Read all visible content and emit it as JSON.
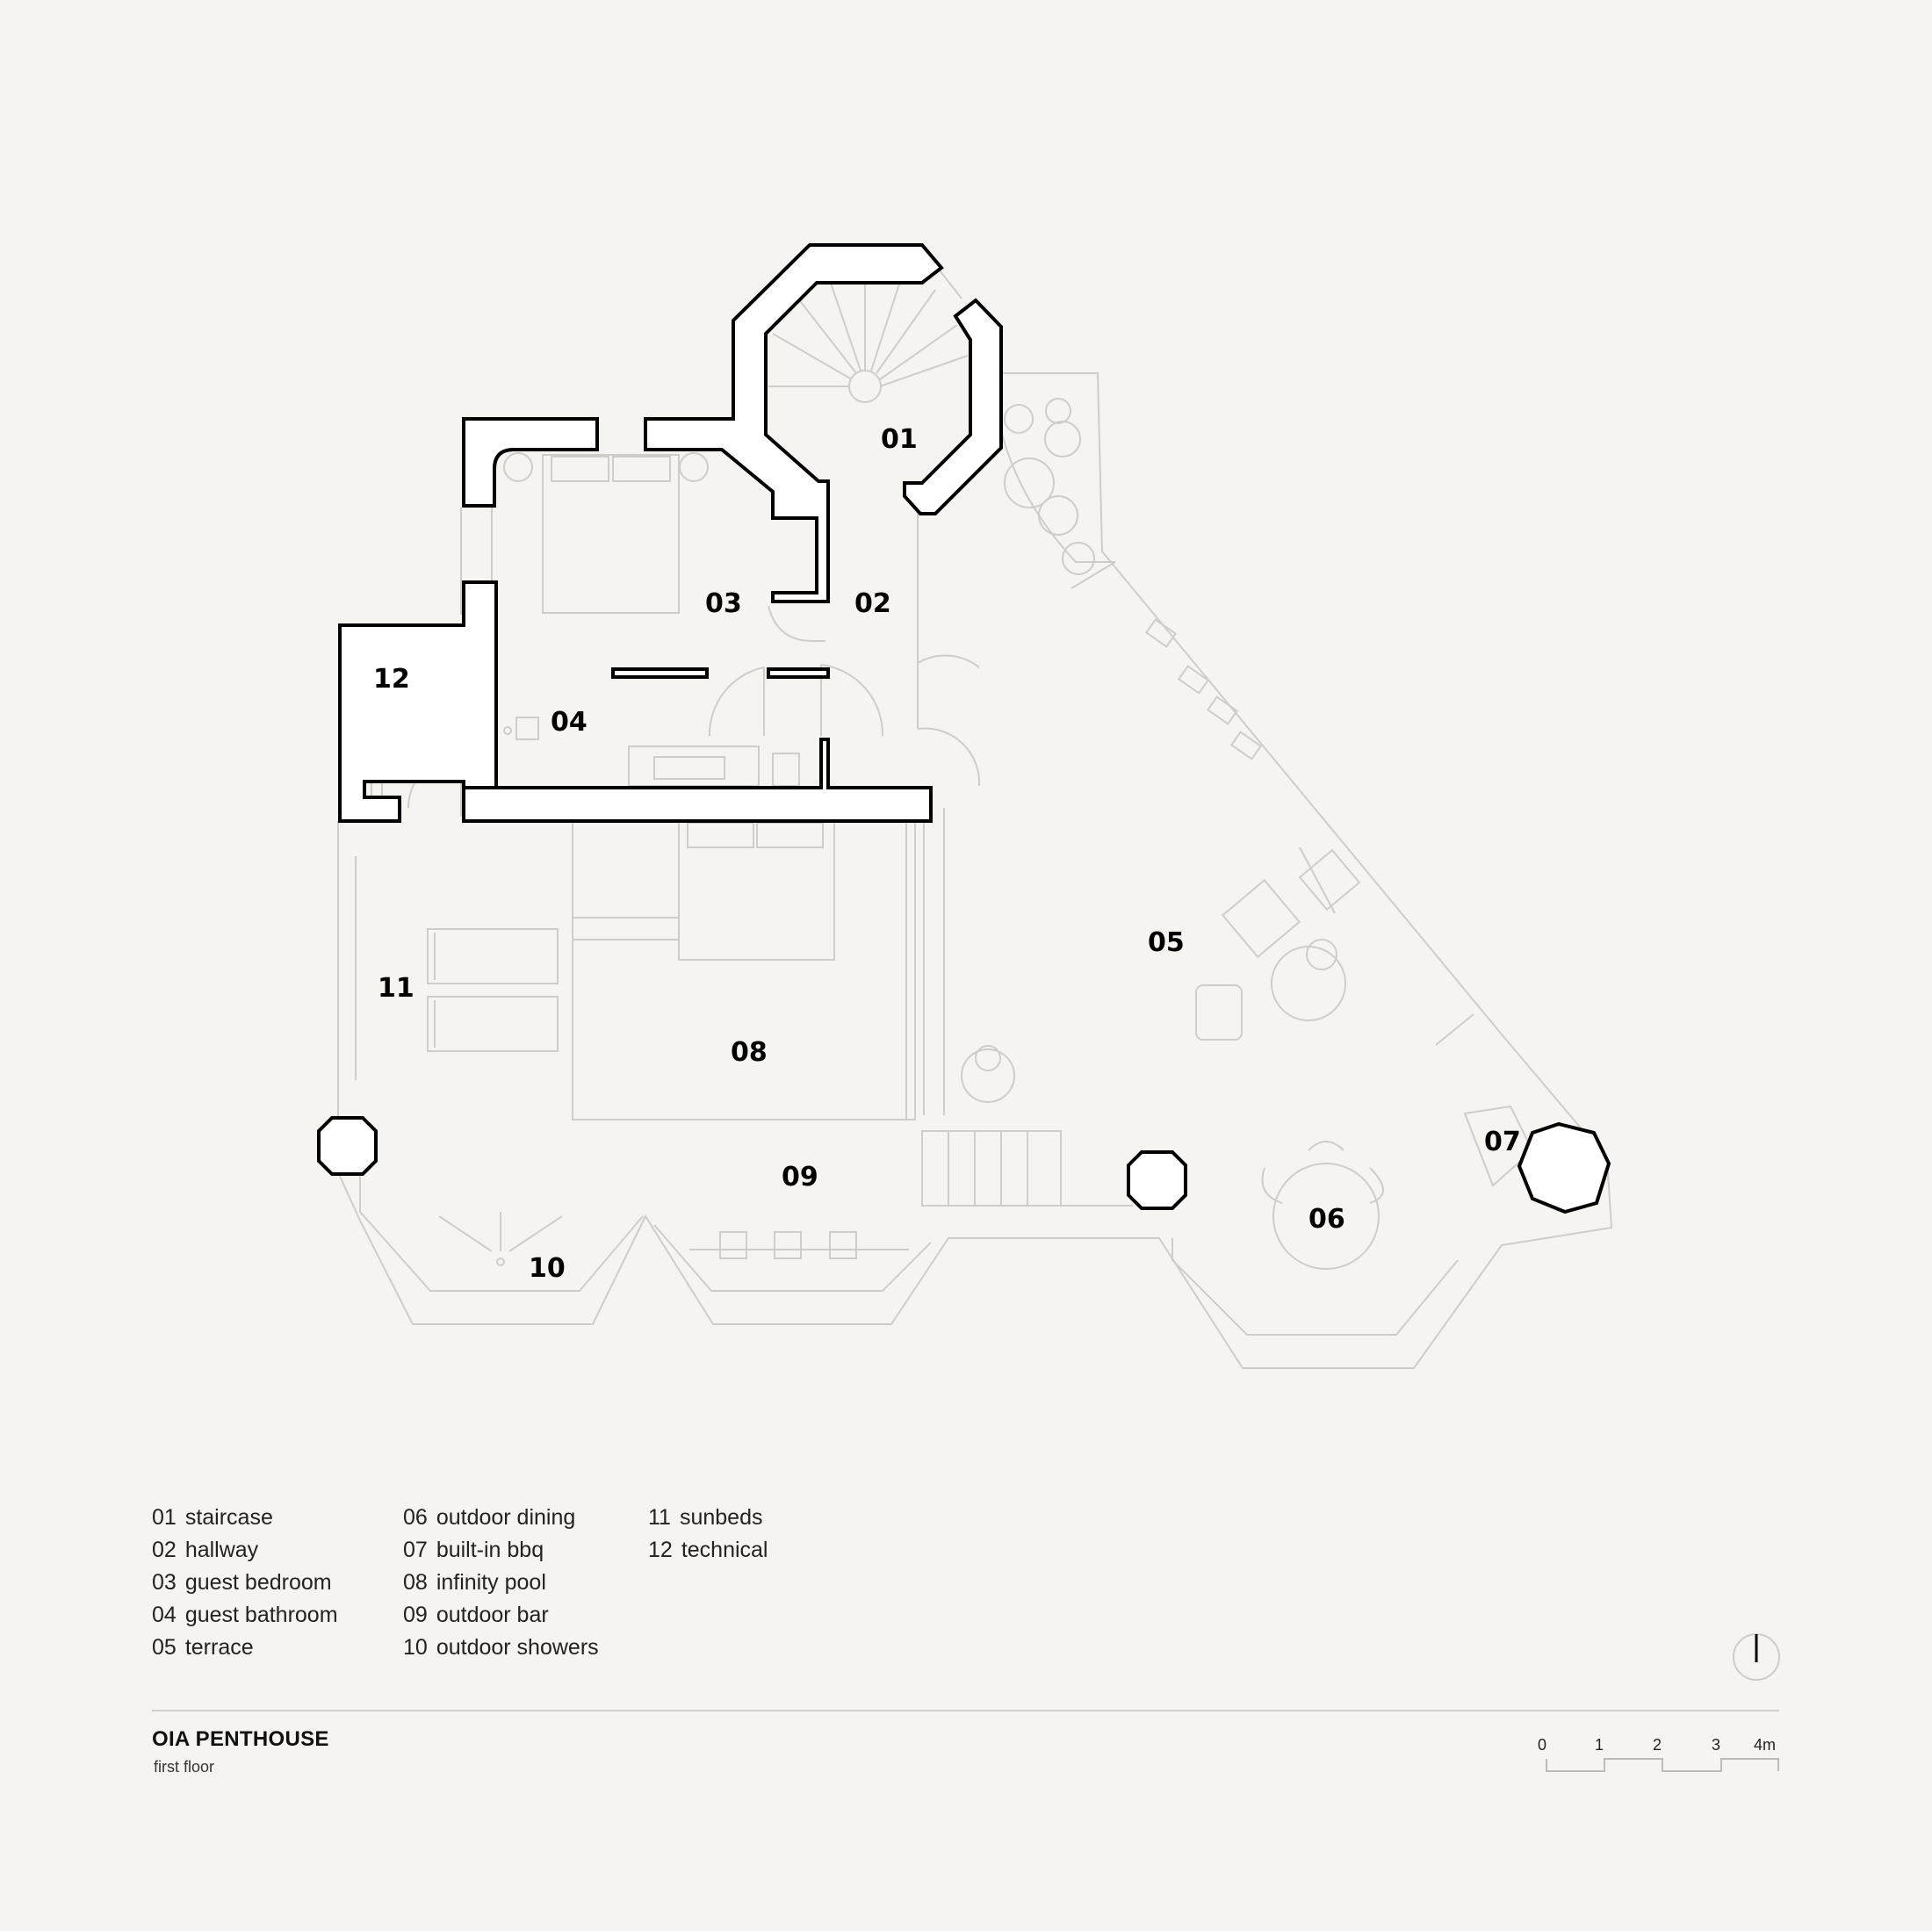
{
  "rooms": {
    "r01": "01",
    "r02": "02",
    "r03": "03",
    "r04": "04",
    "r05": "05",
    "r06": "06",
    "r07": "07",
    "r08": "08",
    "r09": "09",
    "r10": "10",
    "r11": "11",
    "r12": "12"
  },
  "legend": {
    "col1": [
      {
        "num": "01",
        "label": "staircase"
      },
      {
        "num": "02",
        "label": "hallway"
      },
      {
        "num": "03",
        "label": "guest bedroom"
      },
      {
        "num": "04",
        "label": "guest bathroom"
      },
      {
        "num": "05",
        "label": "terrace"
      }
    ],
    "col2": [
      {
        "num": "06",
        "label": "outdoor dining"
      },
      {
        "num": "07",
        "label": "built-in bbq"
      },
      {
        "num": "08",
        "label": "infinity pool"
      },
      {
        "num": "09",
        "label": "outdoor bar"
      },
      {
        "num": "10",
        "label": "outdoor showers"
      }
    ],
    "col3": [
      {
        "num": "11",
        "label": "sunbeds"
      },
      {
        "num": "12",
        "label": "technical"
      }
    ]
  },
  "title": {
    "name": "OIA PENTHOUSE",
    "floor": "first floor"
  },
  "scale_bar": {
    "ticks": [
      "0",
      "1",
      "2",
      "3",
      "4m"
    ]
  },
  "colors": {
    "background": "#f5f4f0",
    "wall_fill": "#ffffff",
    "wall_stroke": "#000000",
    "thin_line": "#cfcdc8"
  },
  "icons": [
    "north-arrow-icon"
  ]
}
